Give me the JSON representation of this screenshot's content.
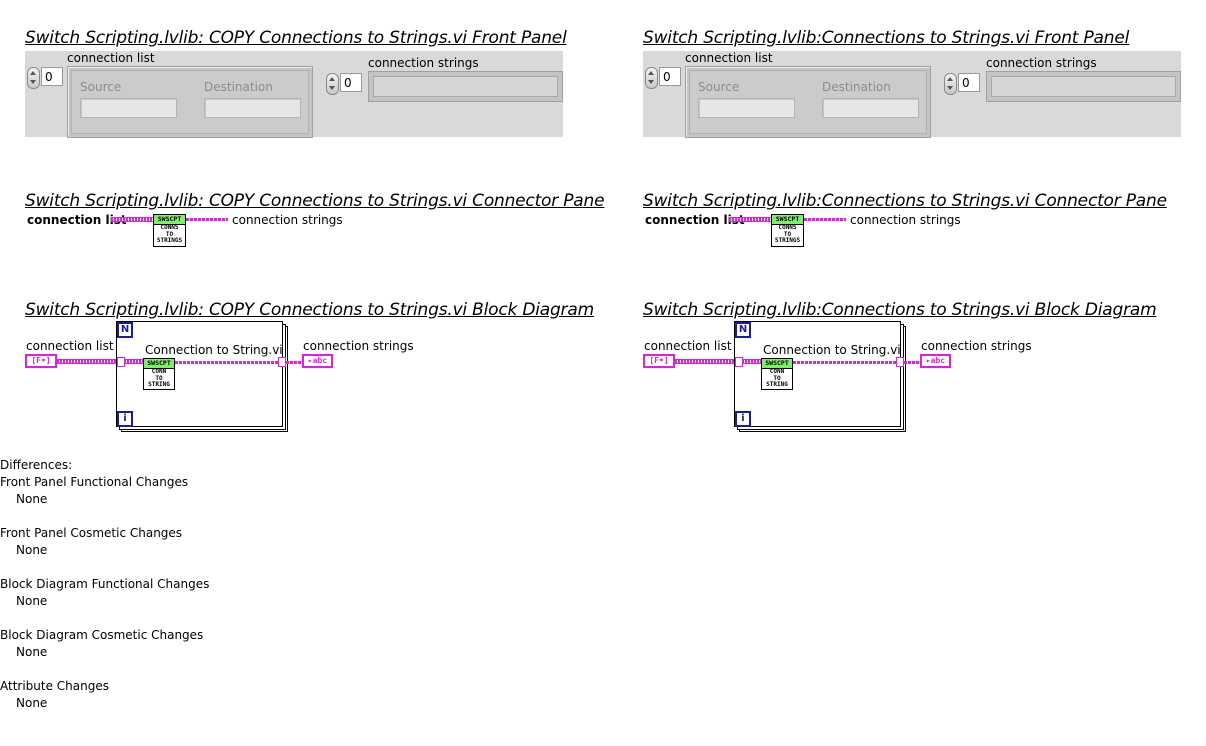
{
  "left": {
    "front_panel_heading": "Switch Scripting.lvlib:  COPY  Connections to Strings.vi Front Panel",
    "connector_pane_heading": "Switch Scripting.lvlib:  COPY  Connections to Strings.vi Connector Pane",
    "block_diagram_heading": "Switch Scripting.lvlib:  COPY  Connections to Strings.vi Block Diagram"
  },
  "right": {
    "front_panel_heading": "Switch Scripting.lvlib:Connections to Strings.vi Front Panel",
    "connector_pane_heading": "Switch Scripting.lvlib:Connections to Strings.vi Connector Pane",
    "block_diagram_heading": "Switch Scripting.lvlib:Connections to Strings.vi Block Diagram"
  },
  "front_panel": {
    "connection_list_label": "connection list",
    "source_label": "Source",
    "destination_label": "Destination",
    "connection_strings_label": "connection strings",
    "index_value": "0"
  },
  "connector_pane": {
    "input_label": "connection list",
    "output_label": "connection strings",
    "icon_top": "SWSCPT",
    "icon_line1": "CONNS",
    "icon_line2": "TO",
    "icon_line3": "STRINGS"
  },
  "block_diagram": {
    "input_label": "connection list",
    "output_label": "connection strings",
    "subvi_label": "Connection to String.vi",
    "input_terminal": "[F•]",
    "output_terminal": "▸abc",
    "loop_count": "N",
    "loop_index": "i",
    "subvi_icon_top": "SWSCPT",
    "subvi_icon_line1": "CONN",
    "subvi_icon_line2": "TO",
    "subvi_icon_line3": "STRING"
  },
  "differences": {
    "title": "Differences:",
    "sections": [
      {
        "heading": "Front Panel Functional Changes",
        "value": "None"
      },
      {
        "heading": "Front Panel Cosmetic Changes",
        "value": "None"
      },
      {
        "heading": "Block Diagram Functional Changes",
        "value": "None"
      },
      {
        "heading": "Block Diagram Cosmetic Changes",
        "value": "None"
      },
      {
        "heading": "Attribute Changes",
        "value": "None"
      }
    ]
  }
}
